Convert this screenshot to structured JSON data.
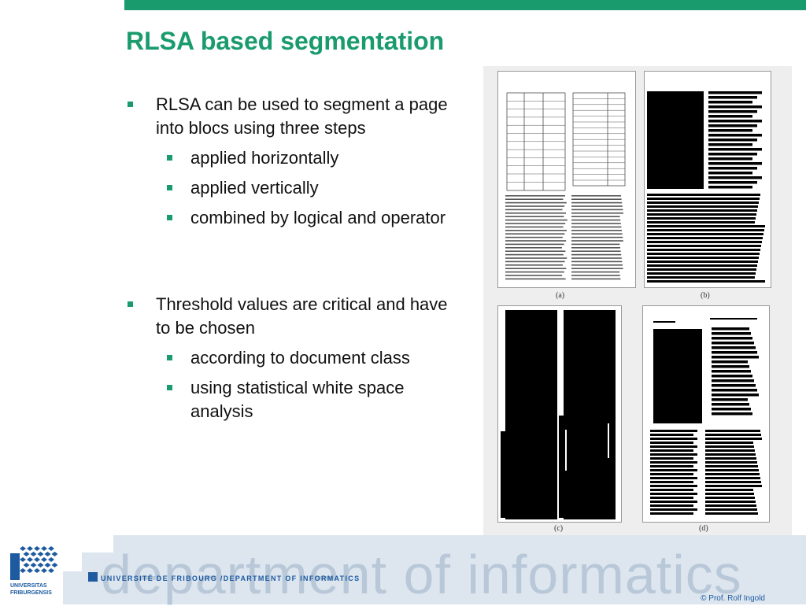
{
  "slide": {
    "title": "RLSA based segmentation",
    "bullets": [
      {
        "text": "RLSA can be used to segment a page into blocs using three steps",
        "sub": [
          "applied horizontally",
          "applied vertically",
          "combined by logical and operator"
        ]
      },
      {
        "text": "Threshold values are critical and have to be chosen",
        "sub": [
          "according to document class",
          "using statistical white space analysis"
        ]
      }
    ]
  },
  "figure": {
    "labels": [
      "(a)",
      "(b)",
      "(c)",
      "(d)"
    ]
  },
  "footer": {
    "watermark": "department of informatics",
    "university_line": "UNIVERSITÉ DE FRIBOURG /DEPARTMENT OF INFORMATICS",
    "logo_text_1": "UNIVERSITAS",
    "logo_text_2": "FRIBURGENSIS",
    "copyright": "© Prof. Rolf Ingold"
  },
  "colors": {
    "accent": "#1a9b6e",
    "brand_blue": "#1d5aa0"
  }
}
